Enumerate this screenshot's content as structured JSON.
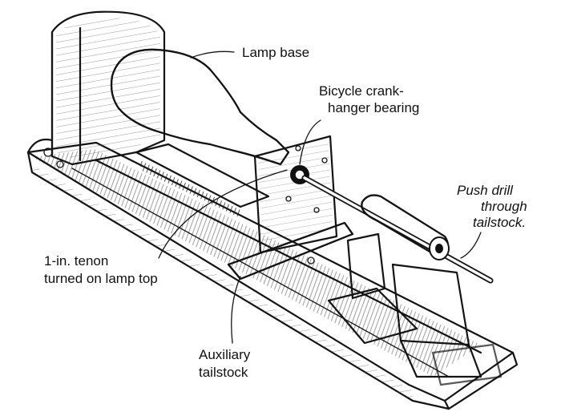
{
  "labels": {
    "lamp_base": "Lamp base",
    "bearing_line1": "Bicycle crank-",
    "bearing_line2": "hanger bearing",
    "drill_line1": "Push drill",
    "drill_line2": "through",
    "drill_line3": "tailstock.",
    "tenon_line1": "1-in. tenon",
    "tenon_line2": "turned on lamp top",
    "aux_line1": "Auxiliary",
    "aux_line2": "tailstock"
  }
}
